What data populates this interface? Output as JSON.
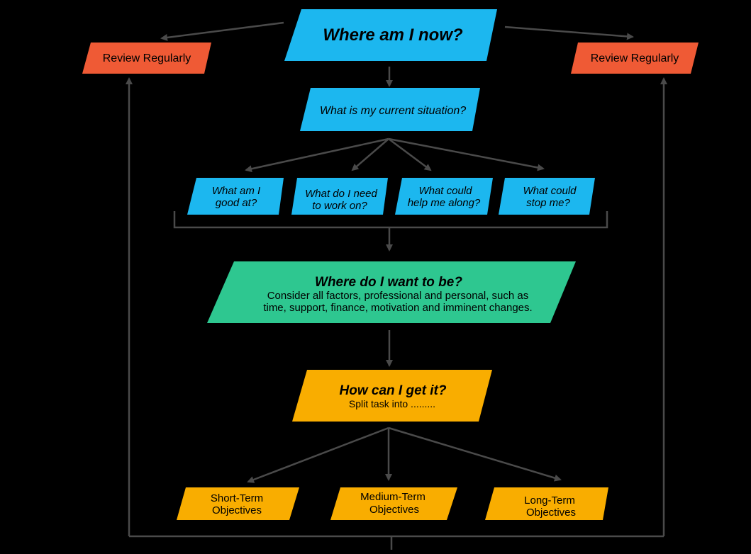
{
  "colors": {
    "background": "#000000",
    "connector": "#4a4a4a",
    "blue": "#1cb7ef",
    "green": "#2ec790",
    "orange": "#f9ad00",
    "red": "#ef5a35"
  },
  "diagram": {
    "review_left": "Review Regularly",
    "review_right": "Review Regularly",
    "where_now": "Where am I now?",
    "current_situation": "What is my current situation?",
    "questions": [
      {
        "line1": "What am I",
        "line2": "good at?"
      },
      {
        "line1": "What do I need",
        "line2": "to work on?"
      },
      {
        "line1": "What could",
        "line2": "help me along?"
      },
      {
        "line1": "What could",
        "line2": "stop me?"
      }
    ],
    "want_to_be": {
      "title": "Where do I want to be?",
      "line1": "Consider all factors, professional and personal, such as",
      "line2": "time, support, finance, motivation and imminent changes."
    },
    "get_it": {
      "title": "How can I get it?",
      "subtitle": "Split task into ........."
    },
    "objectives": [
      {
        "line1": "Short-Term",
        "line2": "Objectives"
      },
      {
        "line1": "Medium-Term",
        "line2": "Objectives"
      },
      {
        "line1": "Long-Term",
        "line2": "Objectives"
      }
    ]
  }
}
